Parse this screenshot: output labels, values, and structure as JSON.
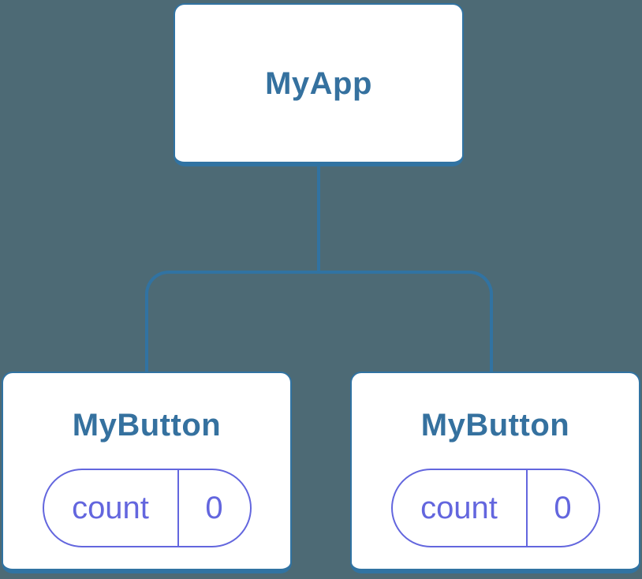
{
  "diagram": {
    "kind": "component-tree",
    "root": {
      "label": "MyApp"
    },
    "children": [
      {
        "label": "MyButton",
        "state": {
          "name": "count",
          "value": "0"
        }
      },
      {
        "label": "MyButton",
        "state": {
          "name": "count",
          "value": "0"
        }
      }
    ]
  },
  "colors": {
    "background": "#4d6a75",
    "node_fill": "#ffffff",
    "node_border": "#3173a2",
    "node_label_text": "#35719f",
    "connector_line": "#3173a2",
    "state_pill_border": "#6366de",
    "state_pill_text": "#6366de"
  }
}
